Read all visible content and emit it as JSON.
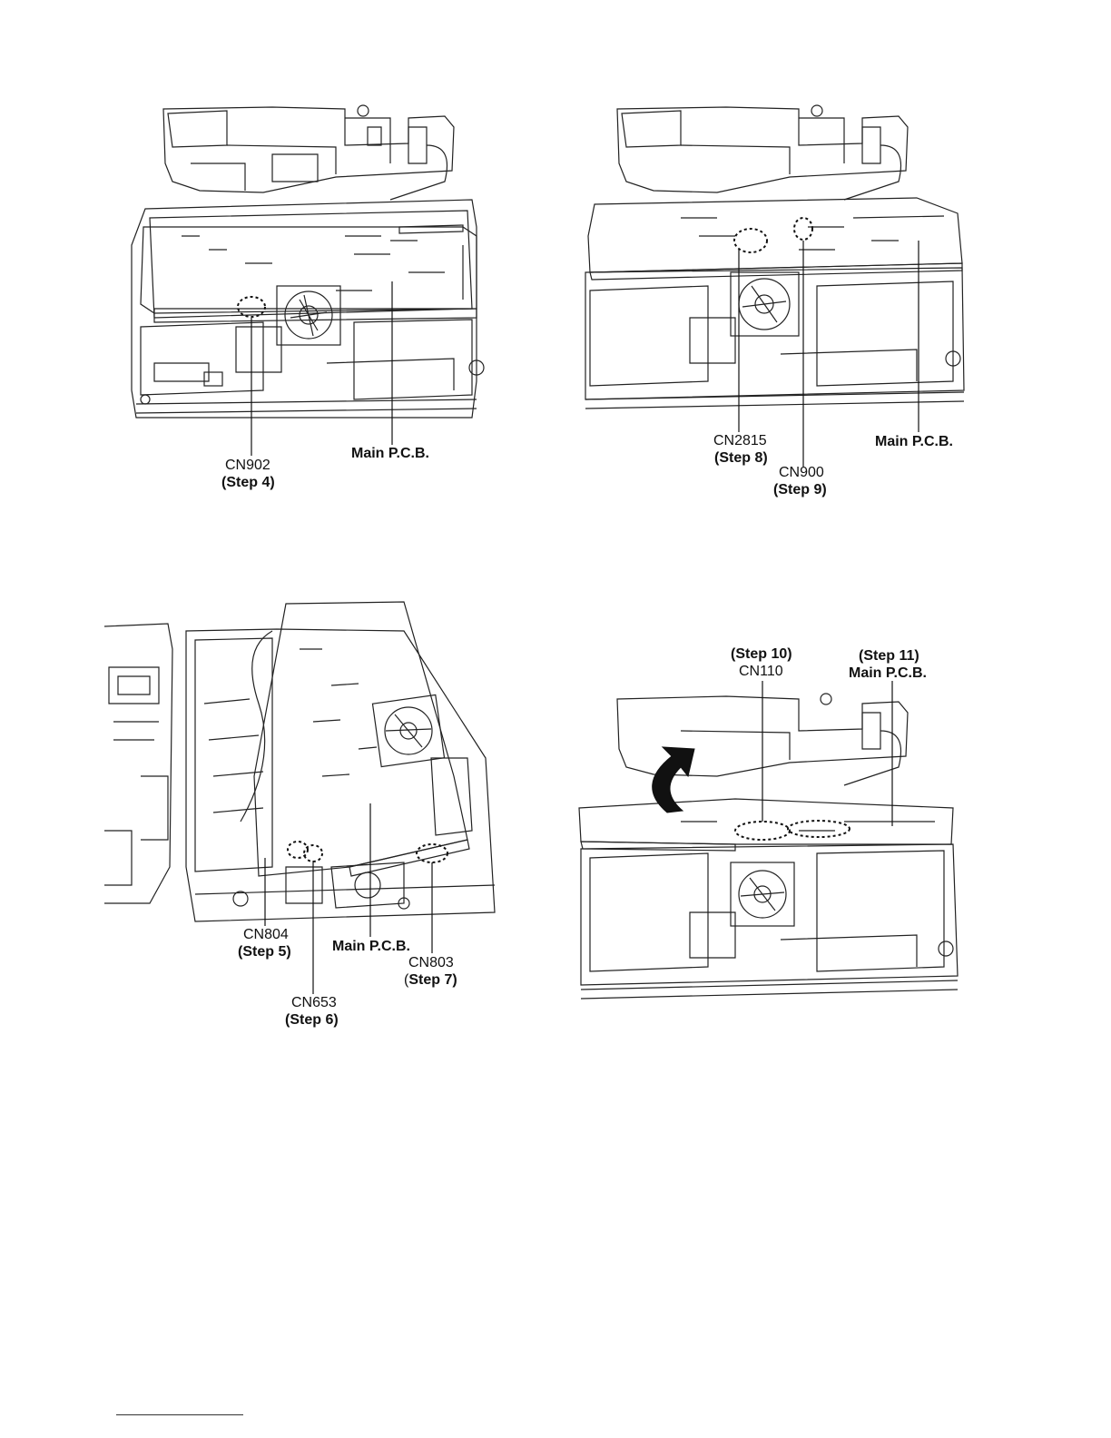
{
  "diagram1": {
    "cn902": "CN902",
    "cn902_step": "(Step 4)",
    "main_pcb": "Main P.C.B."
  },
  "diagram2": {
    "cn2815": "CN2815",
    "cn2815_step": "(Step 8)",
    "cn900": "CN900",
    "cn900_step": "(Step 9)",
    "main_pcb": "Main P.C.B."
  },
  "diagram3": {
    "cn804": "CN804",
    "cn804_step": "(Step 5)",
    "cn653": "CN653",
    "cn653_step": "(Step 6)",
    "main_pcb": "Main P.C.B.",
    "cn803": "CN803",
    "cn803_step": "Step 7)",
    "cn803_paren": "("
  },
  "diagram4": {
    "step10": "(Step 10)",
    "cn110": "CN110",
    "step11": "(Step 11)",
    "main_pcb": "Main P.C.B."
  }
}
